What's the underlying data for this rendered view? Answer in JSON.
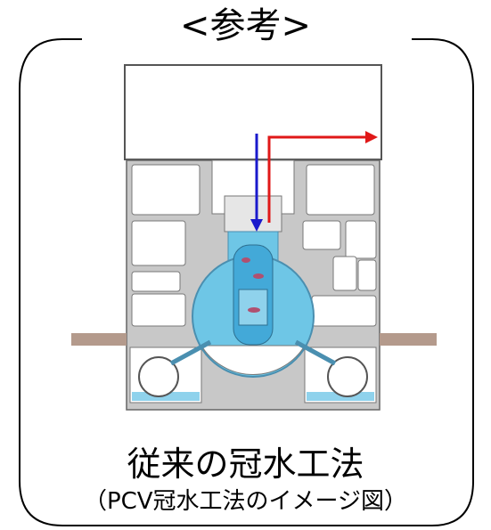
{
  "heading": "<参考>",
  "caption_main": "従来の冠水工法",
  "caption_sub": "（PCV冠水工法のイメージ図）",
  "colors": {
    "structure": "#c8c8c8",
    "outline": "#606060",
    "water": "#6ec6e6",
    "vessel": "#43a9d8",
    "arrow_in": "#1a1acc",
    "arrow_out": "#e01818",
    "ground": "#b49a8c"
  }
}
